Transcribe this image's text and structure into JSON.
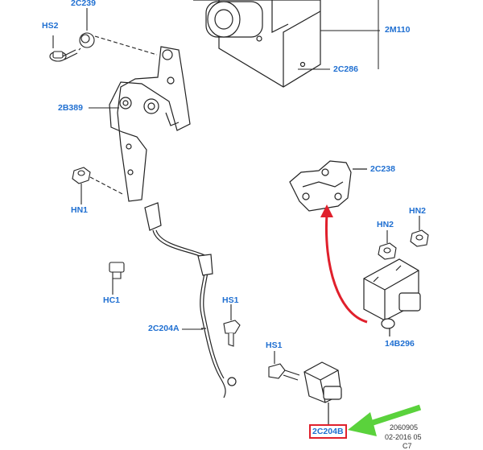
{
  "callouts": {
    "hs2_top": "HS2",
    "c2c239": "2C239",
    "c2m110": "2M110",
    "c2c286": "2C286",
    "c2b389": "2B389",
    "c2c238": "2C238",
    "hn1": "HN1",
    "hn2_left": "HN2",
    "hn2_right": "HN2",
    "hc1": "HC1",
    "hs1_mid": "HS1",
    "c2c204a": "2C204A",
    "c14b296": "14B296",
    "hs1_low": "HS1",
    "c2c204b": "2C204B"
  },
  "drawing_meta": {
    "line1": "2060905",
    "line2": "02-2016 05",
    "line3": "C7"
  },
  "colors": {
    "callout_text": "#1f6fd1",
    "highlight_box": "#e0202c",
    "red_arrow": "#e0202c",
    "green_arrow": "#5ad23c",
    "line_art": "#222222"
  }
}
